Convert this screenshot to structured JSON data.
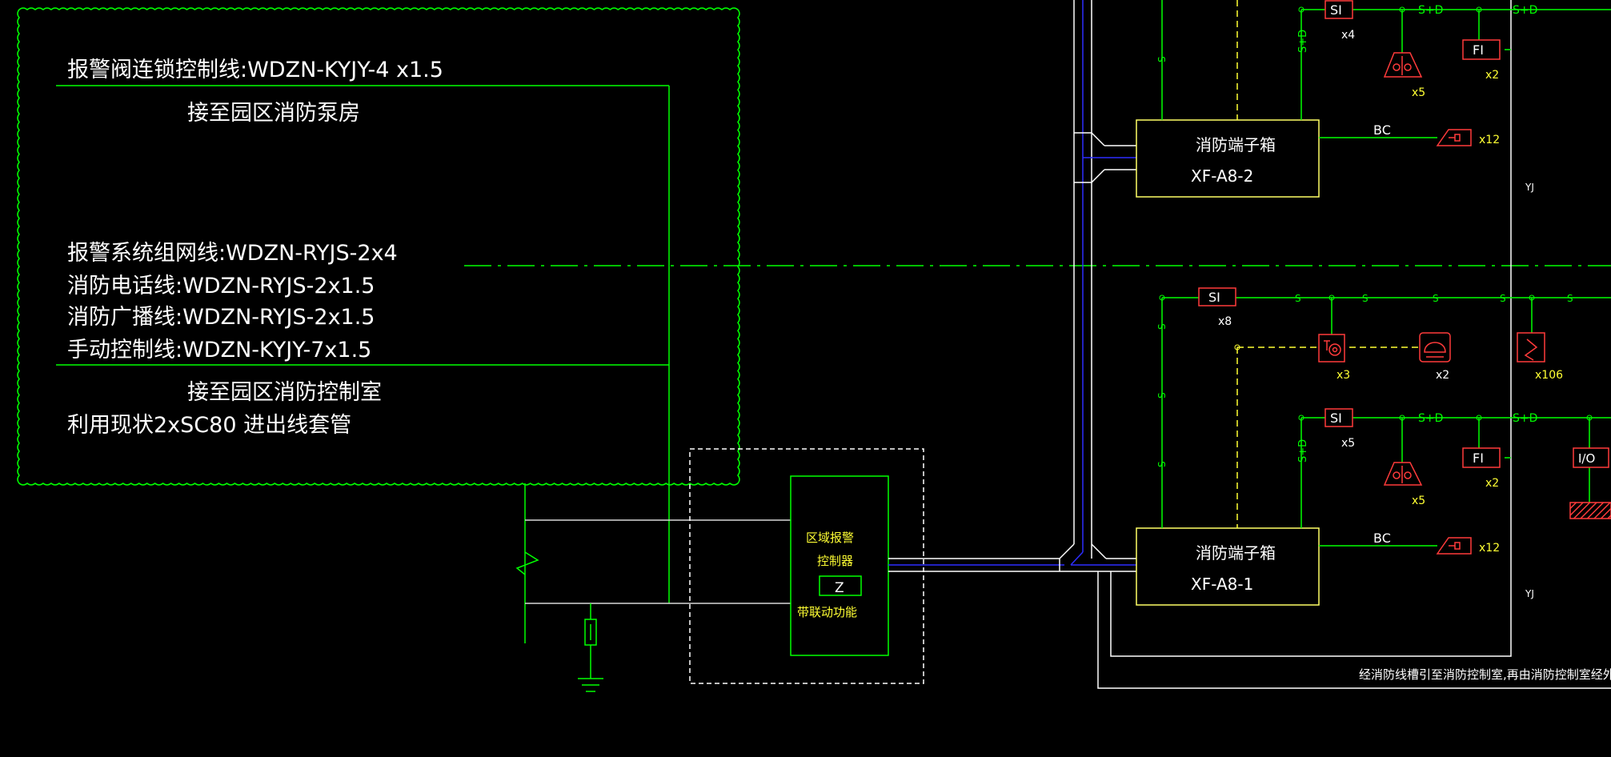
{
  "colors": {
    "background": "#000000",
    "cloud": "#00ff00",
    "wire": "#00ff00",
    "box": "#ffff66",
    "device": "#ff3b3b",
    "bus": "#ffffff",
    "bus_blue": "#2d2dff",
    "label_yellow": "#ffff33"
  },
  "notes": {
    "alarm_valve_line": "报警阀连锁控制线:WDZN-KYJY-4 x1.5",
    "to_pump_room": "接至园区消防泵房",
    "network_line": "报警系统组网线:WDZN-RYJS-2x4",
    "phone_line": "消防电话线:WDZN-RYJS-2x1.5",
    "broadcast_line": "消防广播线:WDZN-RYJS-2x1.5",
    "manual_line": "手动控制线:WDZN-KYJY-7x1.5",
    "to_control_room": "接至园区消防控制室",
    "conduit_note": "利用现状2xSC80 进出线套管"
  },
  "controller": {
    "name_line1": "区域报警",
    "name_line2": "控制器",
    "z_label": "Z",
    "function": "带联动功能"
  },
  "terminal_boxes": [
    {
      "name": "消防端子箱",
      "code": "XF-A8-2"
    },
    {
      "name": "消防端子箱",
      "code": "XF-A8-1"
    }
  ],
  "upper_branch": {
    "si_label": "SI",
    "si_count": "x4",
    "fi_label": "FI",
    "fi_count": "x2",
    "sounder_count": "x5",
    "speaker_count": "x12",
    "bc_label": "BC",
    "wire_s": "S",
    "wire_sd": "S+D",
    "yj": "YJ"
  },
  "lower_branch": {
    "si_top_label": "SI",
    "si_top_count": "x8",
    "hydrant_count": "x3",
    "phone_count": "x2",
    "detector_count": "x106",
    "si_label": "SI",
    "si_count": "x5",
    "fi_label": "FI",
    "fi_count": "x2",
    "io_label": "I/O",
    "sounder_count": "x5",
    "speaker_count": "x12",
    "bc_label": "BC",
    "wire_s": "S",
    "wire_sd": "S+D",
    "yj": "YJ"
  },
  "bottom_note": "经消防线槽引至消防控制室,再由消防控制室经外线引"
}
